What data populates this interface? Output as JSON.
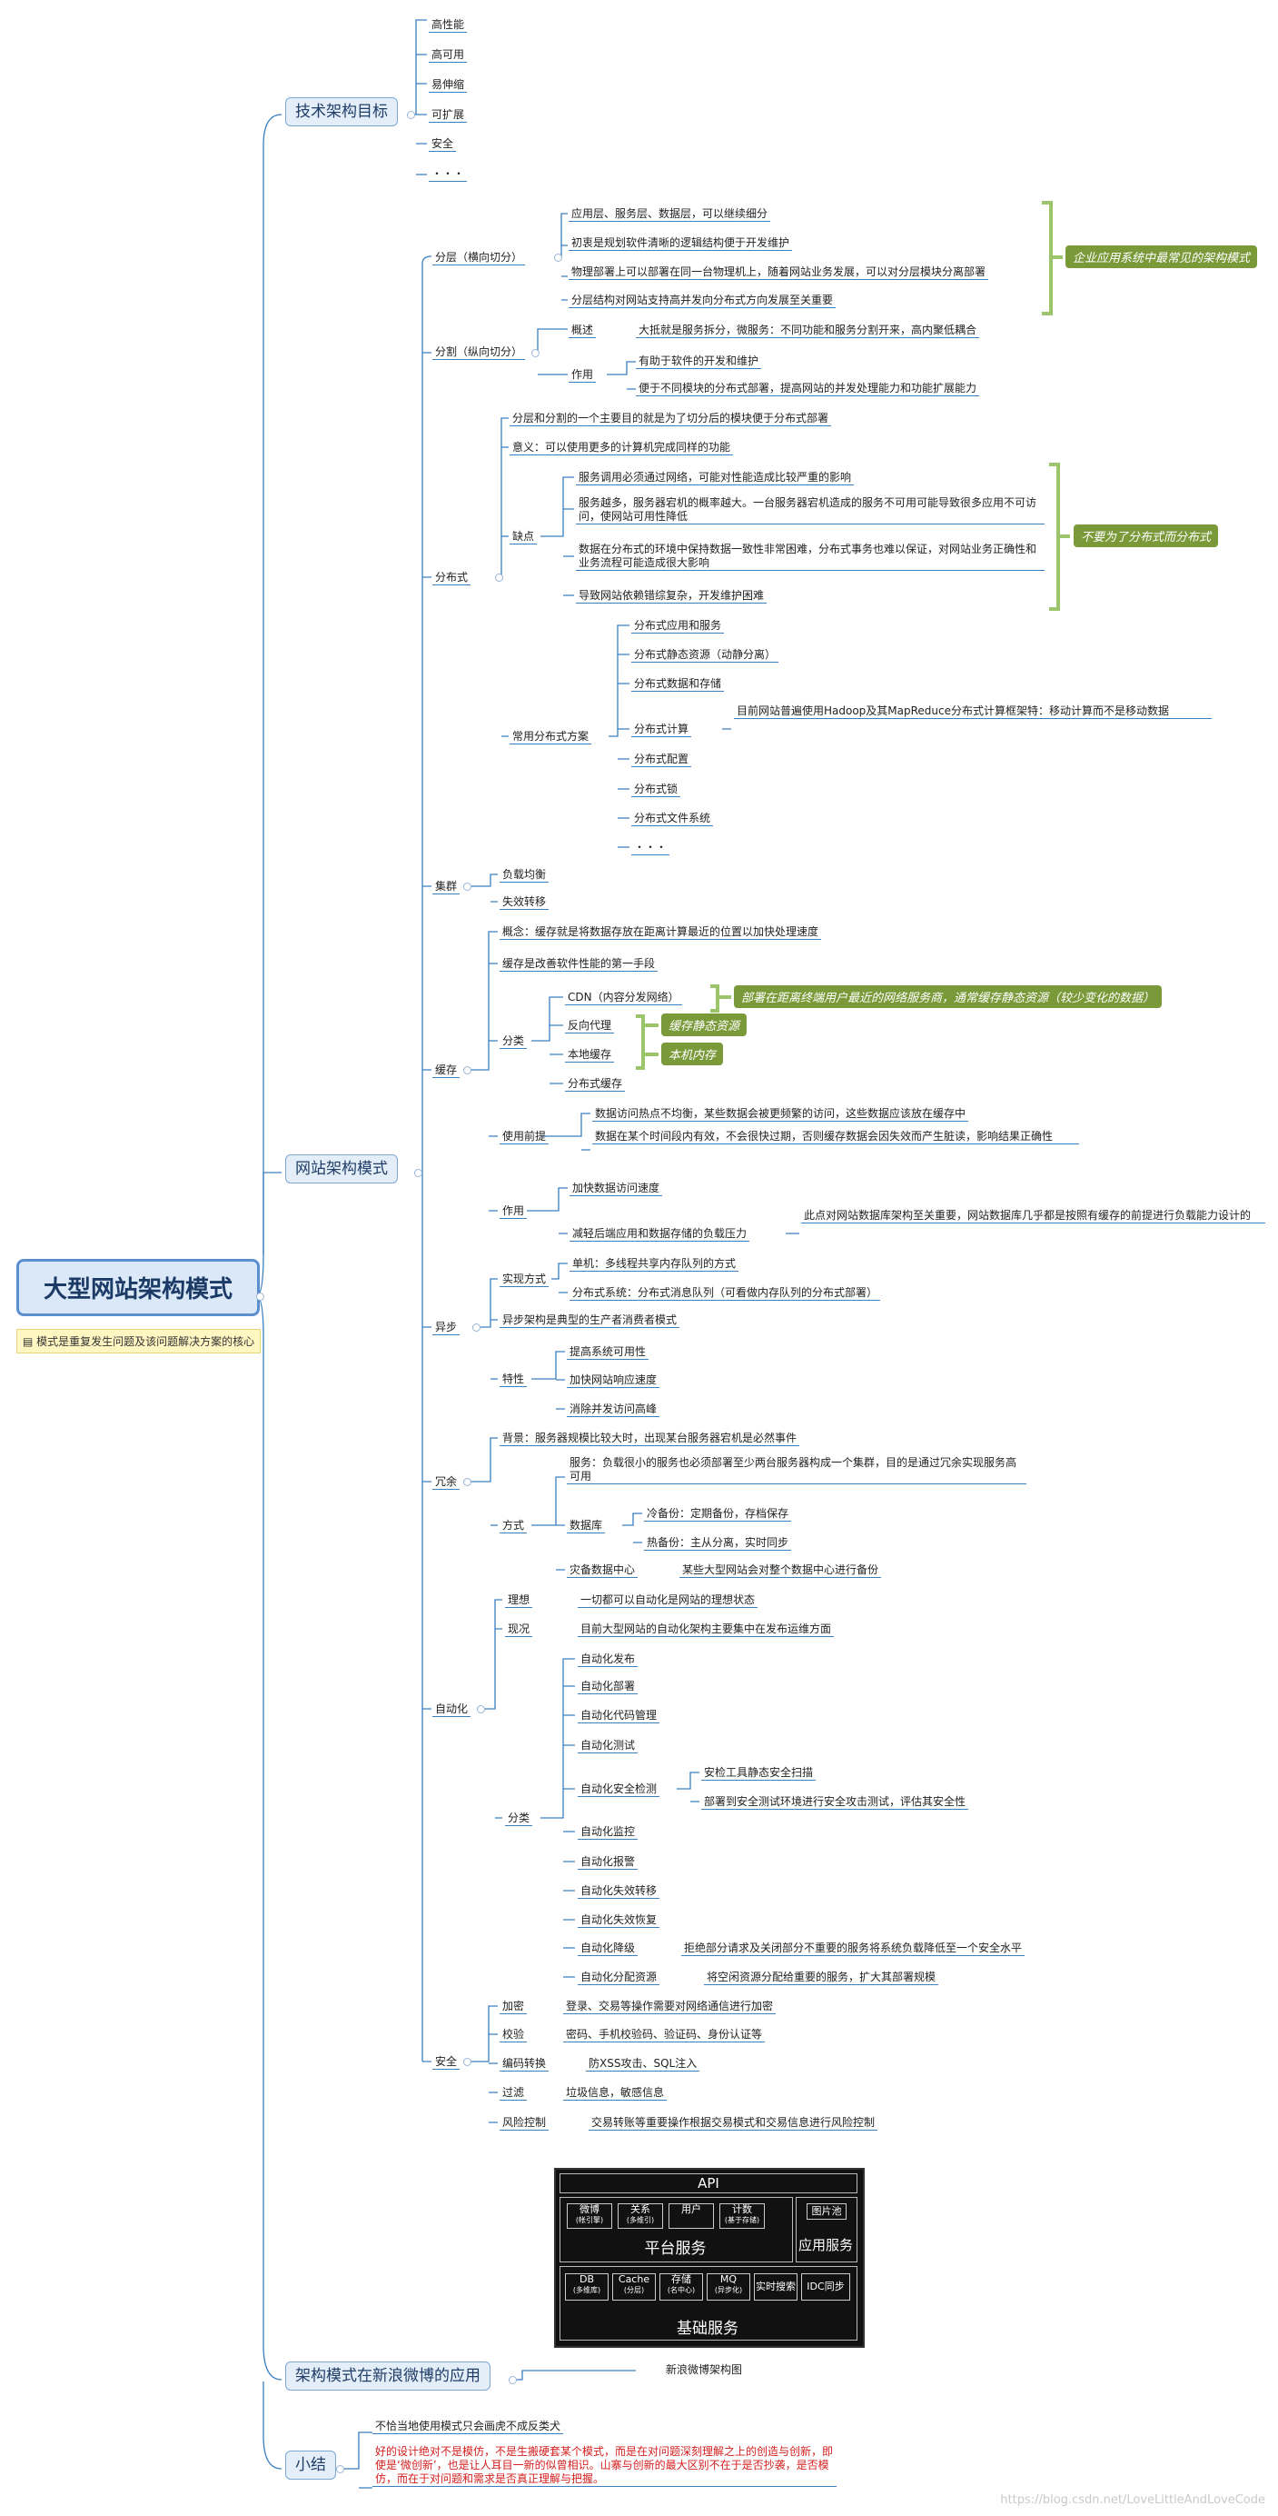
{
  "root": {
    "title": "大型网站架构模式",
    "note": "模式是重复发生问题及该问题解决方案的核心"
  },
  "goals": {
    "title": "技术架构目标",
    "items": [
      "高性能",
      "高可用",
      "易伸缩",
      "可扩展",
      "安全",
      "・・・"
    ]
  },
  "patterns": {
    "title": "网站架构模式",
    "layering": {
      "label": "分层（横向切分）",
      "items": [
        "应用层、服务层、数据层，可以继续细分",
        "初衷是规划软件清晰的逻辑结构便于开发维护",
        "物理部署上可以部署在同一台物理机上，随着网站业务发展，可以对分层模块分离部署",
        "分层结构对网站支持高并发向分布式方向发展至关重要"
      ],
      "callout": "企业应用系统中最常见的架构模式"
    },
    "splitting": {
      "label": "分割（纵向切分）",
      "overview_label": "概述",
      "overview_text": "大抵就是服务拆分，微服务：不同功能和服务分割开来，高内聚低耦合",
      "effect_label": "作用",
      "effect_items": [
        "有助于软件的开发和维护",
        "便于不同模块的分布式部署，提高网站的并发处理能力和功能扩展能力"
      ]
    },
    "distributed": {
      "label": "分布式",
      "intro": "分层和分割的一个主要目的就是为了切分后的模块便于分布式部署",
      "meaning": "意义：可以使用更多的计算机完成同样的功能",
      "cons_label": "缺点",
      "cons": [
        "服务调用必须通过网络，可能对性能造成比较严重的影响",
        "服务越多，服务器宕机的概率越大。一台服务器宕机造成的服务不可用可能导致很多应用不可访问，使网站可用性降低",
        "数据在分布式的环境中保持数据一致性非常困难，分布式事务也难以保证，对网站业务正确性和业务流程可能造成很大影响",
        "导致网站依赖错综复杂，开发维护困难"
      ],
      "cons_callout": "不要为了分布式而分布式",
      "solutions_label": "常用分布式方案",
      "solutions": [
        "分布式应用和服务",
        "分布式静态资源（动静分离）",
        "分布式数据和存储",
        "分布式计算",
        "分布式配置",
        "分布式锁",
        "分布式文件系统",
        "・・・"
      ],
      "compute_note": "目前网站普遍使用Hadoop及其MapReduce分布式计算框架特：移动计算而不是移动数据"
    },
    "cluster": {
      "label": "集群",
      "items": [
        "负载均衡",
        "失效转移"
      ]
    },
    "cache": {
      "label": "缓存",
      "concept": "概念：缓存就是将数据存放在距离计算最近的位置以加快处理速度",
      "first": "缓存是改善软件性能的第一手段",
      "classify_label": "分类",
      "classes": [
        "CDN（内容分发网络）",
        "反向代理",
        "本地缓存",
        "分布式缓存"
      ],
      "cdn_callout": "部署在距离终端用户最近的网络服务商，通常缓存静态资源（较少变化的数据）",
      "proxy_callout": "缓存静态资源",
      "local_callout": "本机内存",
      "premise_label": "使用前提",
      "premise": [
        "数据访问热点不均衡，某些数据会被更频繁的访问，这些数据应该放在缓存中",
        "数据在某个时间段内有效，不会很快过期，否则缓存数据会因失效而产生脏读，影响结果正确性"
      ],
      "effect_label": "作用",
      "effect": [
        "加快数据访问速度",
        "减轻后端应用和数据存储的负载压力"
      ],
      "effect_note": "此点对网站数据库架构至关重要，网站数据库几乎都是按照有缓存的前提进行负载能力设计的"
    },
    "async": {
      "label": "异步",
      "impl_label": "实现方式",
      "impl": [
        "单机：多线程共享内存队列的方式",
        "分布式系统：分布式消息队列（可看做内存队列的分布式部署）"
      ],
      "pc": "异步架构是典型的生产者消费者模式",
      "traits_label": "特性",
      "traits": [
        "提高系统可用性",
        "加快网站响应速度",
        "消除并发访问高峰"
      ]
    },
    "redundancy": {
      "label": "冗余",
      "background": "背景：服务器规模比较大时，出现某台服务器宕机是必然事件",
      "ways_label": "方式",
      "service": "服务：负载很小的服务也必须部署至少两台服务器构成一个集群，目的是通过冗余实现服务高可用",
      "db_label": "数据库",
      "db": [
        "冷备份：定期备份，存档保存",
        "热备份：主从分离，实时同步"
      ],
      "dc_label": "灾备数据中心",
      "dc": "某些大型网站会对整个数据中心进行备份"
    },
    "automation": {
      "label": "自动化",
      "ideal_label": "理想",
      "ideal": "一切都可以自动化是网站的理想状态",
      "status_label": "现况",
      "status": "目前大型网站的自动化架构主要集中在发布运维方面",
      "classify_label": "分类",
      "classes": [
        "自动化发布",
        "自动化部署",
        "自动化代码管理",
        "自动化测试",
        "自动化安全检测",
        "自动化监控",
        "自动化报警",
        "自动化失效转移",
        "自动化失效恢复",
        "自动化降级",
        "自动化分配资源"
      ],
      "security_items": [
        "安检工具静态安全扫描",
        "部署到安全测试环境进行安全攻击测试，评估其安全性"
      ],
      "degrade": "拒绝部分请求及关闭部分不重要的服务将系统负载降低至一个安全水平",
      "allocate": "将空闲资源分配给重要的服务，扩大其部署规模"
    },
    "security": {
      "label": "安全",
      "items": [
        {
          "k": "加密",
          "v": "登录、交易等操作需要对网络通信进行加密"
        },
        {
          "k": "校验",
          "v": "密码、手机校验码、验证码、身份认证等"
        },
        {
          "k": "编码转换",
          "v": "防XSS攻击、SQL注入"
        },
        {
          "k": "过滤",
          "v": "垃圾信息，敏感信息"
        },
        {
          "k": "风险控制",
          "v": "交易转账等重要操作根据交易模式和交易信息进行风险控制"
        }
      ]
    }
  },
  "weibo": {
    "title": "架构模式在新浪微博的应用",
    "caption": "新浪微博架构图",
    "arch": {
      "api": "API",
      "platform_boxes": [
        [
          "微博",
          "(帐引擎)"
        ],
        [
          "关系",
          "(多维引)"
        ],
        [
          "用户",
          ""
        ],
        [
          "计数",
          "(基于存储)"
        ]
      ],
      "platform": "平台服务",
      "app_box": "图片池",
      "app": "应用服务",
      "base_boxes": [
        [
          "DB",
          "(多维库)"
        ],
        [
          "Cache",
          "(分层)"
        ],
        [
          "存储",
          "(名中心)"
        ],
        [
          "MQ",
          "(异步化)"
        ],
        [
          "实时搜索",
          ""
        ],
        [
          "IDC同步",
          ""
        ]
      ],
      "base": "基础服务"
    }
  },
  "summary": {
    "title": "小结",
    "line1": "不恰当地使用模式只会画虎不成反类犬",
    "line2": "好的设计绝对不是模仿，不是生搬硬套某个模式，而是在对问题深刻理解之上的创造与创新，即使是‘微创新’，也是让人耳目一新的似曾相识。山寨与创新的最大区别不在于是否抄袭，是否模仿，而在于对问题和需求是否真正理解与把握。"
  },
  "watermark": "https://blog.csdn.net/LoveLittleAndLoveCode"
}
